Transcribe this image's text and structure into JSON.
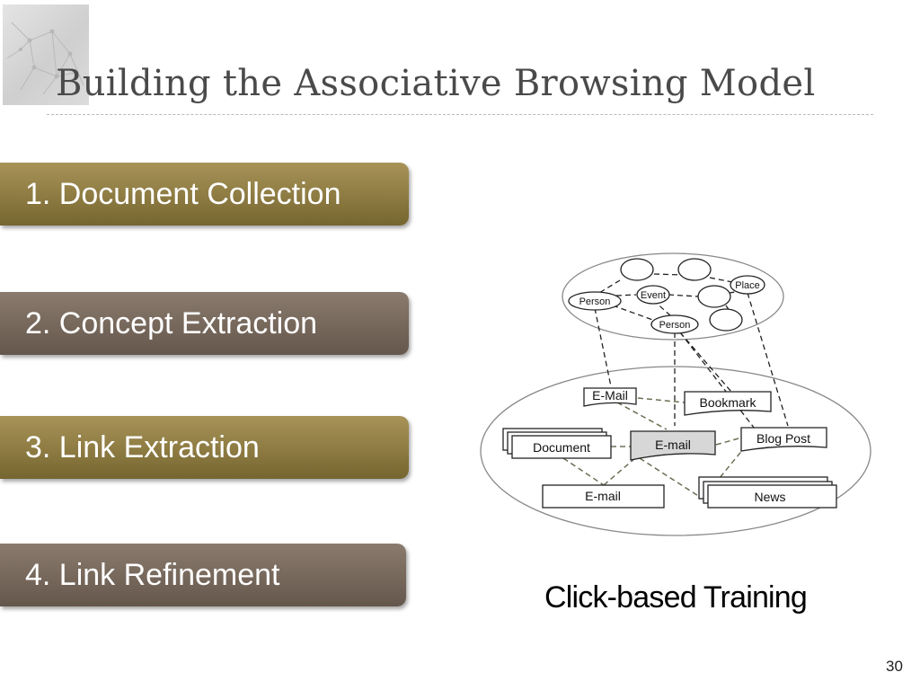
{
  "slide": {
    "title": "Building the Associative Browsing Model",
    "steps": [
      {
        "label": "1. Document Collection"
      },
      {
        "label": "2. Concept Extraction"
      },
      {
        "label": "3. Link Extraction"
      },
      {
        "label": "4. Link Refinement"
      }
    ],
    "caption": "Click-based Training",
    "page_number": "30"
  },
  "diagram": {
    "concept_nodes": {
      "person_left": "Person",
      "event": "Event",
      "place": "Place",
      "person_center": "Person"
    },
    "document_nodes": {
      "email_top": "E-Mail",
      "bookmark": "Bookmark",
      "document": "Document",
      "email_center": "E-mail",
      "blog_post": "Blog Post",
      "email_bottom": "E-mail",
      "news": "News"
    }
  }
}
